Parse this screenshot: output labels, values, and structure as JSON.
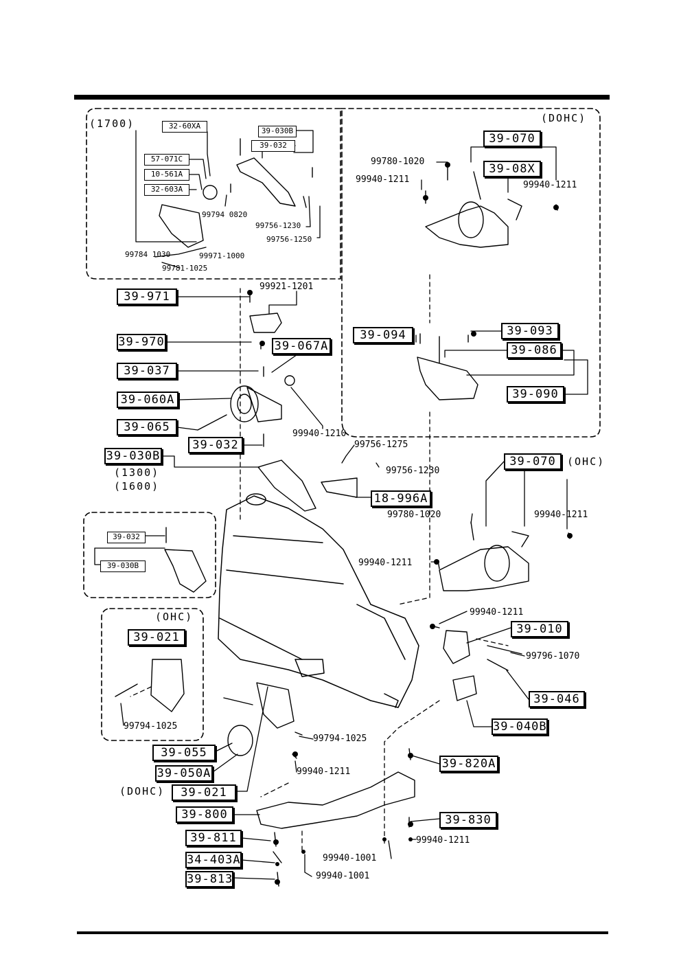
{
  "panel_labels": {
    "p1700": "(1700)",
    "dohc_top": "(DOHC)",
    "ohc_mid": "(OHC)",
    "ohc_left": "(OHC)",
    "dohc_bottom": "(DOHC)",
    "r1300": "(1300)",
    "r1600": "(1600)"
  },
  "ref_codes": {
    "c32_60XA": "32-60XA",
    "c39_030B_a": "39-030B",
    "c39_032_a": "39-032",
    "c57_071C": "57-071C",
    "c10_561A": "10-561A",
    "c32_603A": "32-603A",
    "c39_070_a": "39-070",
    "c39_08X": "39-08X",
    "c39_094": "39-094",
    "c39_093": "39-093",
    "c39_086": "39-086",
    "c39_090": "39-090",
    "c39_971": "39-971",
    "c39_970": "39-970",
    "c39_067A": "39-067A",
    "c39_037": "39-037",
    "c39_060A": "39-060A",
    "c39_065": "39-065",
    "c39_030B_b": "39-030B",
    "c39_032_b": "39-032",
    "c18_996A": "18-996A",
    "c39_070_b": "39-070",
    "c39_032_c": "39-032",
    "c39_030B_c": "39-030B",
    "c39_021_a": "39-021",
    "c39_010": "39-010",
    "c39_046": "39-046",
    "c39_040B": "39-040B",
    "c39_055": "39-055",
    "c39_050A": "39-050A",
    "c39_021_b": "39-021",
    "c39_820A": "39-820A",
    "c39_800": "39-800",
    "c39_830": "39-830",
    "c39_811": "39-811",
    "c34_403A": "34-403A",
    "c39_813": "39-813"
  },
  "part_numbers": {
    "n99794_0820": "99794 0820",
    "n99756_1230_a": "99756-1230",
    "n99756_1250": "99756-1250",
    "n99784_1030": "99784 1030",
    "n99971_1000": "99971-1000",
    "n99781_1025": "99781-1025",
    "n99780_1020_a": "99780-1020",
    "n99940_1211_a": "99940-1211",
    "n99940_1211_b": "99940-1211",
    "n99921_1201": "99921-1201",
    "n99940_1210": "99940-1210",
    "n99756_1275": "99756-1275",
    "n99756_1230_b": "99756-1230",
    "n99780_1020_b": "99780-1020",
    "n99940_1211_c": "99940-1211",
    "n99940_1211_d": "99940-1211",
    "n99940_1211_e": "99940-1211",
    "n99796_1070": "99796-1070",
    "n99794_1025_a": "99794-1025",
    "n99794_1025_b": "99794-1025",
    "n99940_1211_f": "99940-1211",
    "n99940_1211_g": "99940-1211",
    "n99940_1001_a": "99940-1001",
    "n99940_1001_b": "99940-1001"
  }
}
